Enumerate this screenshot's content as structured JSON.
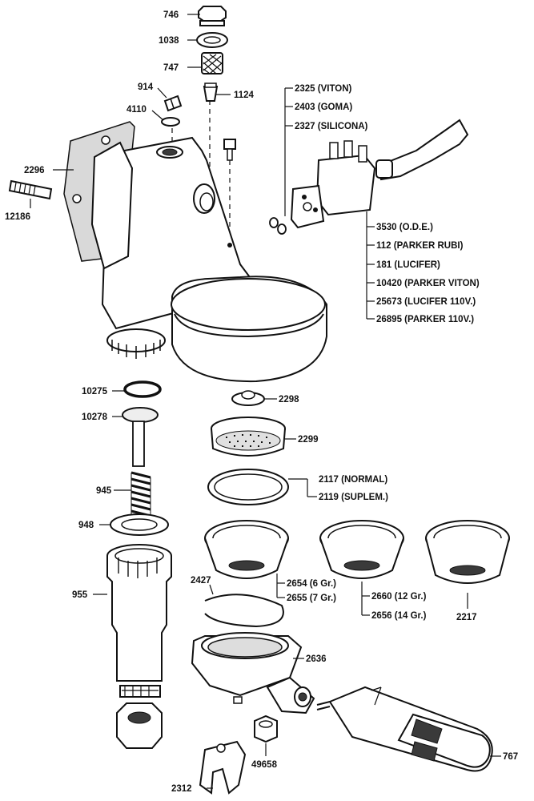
{
  "parts": {
    "p746": "746",
    "p1038": "1038",
    "p747": "747",
    "p914": "914",
    "p1124": "1124",
    "p4110": "4110",
    "p2296": "2296",
    "p12186": "12186",
    "p2325": "2325 (VITON)",
    "p2403": "2403 (GOMA)",
    "p2327": "2327 (SILICONA)",
    "p3530": "3530 (O.D.E.)",
    "p112": "112 (PARKER RUBI)",
    "p181": "181 (LUCIFER)",
    "p10420": "10420 (PARKER VITON)",
    "p25673": "25673 (LUCIFER 110V.)",
    "p26895": "26895 (PARKER 110V.)",
    "p10275": "10275",
    "p10278": "10278",
    "p2298": "2298",
    "p2299": "2299",
    "p2117": "2117 (NORMAL)",
    "p2119": "2119 (SUPLEM.)",
    "p945": "945",
    "p948": "948",
    "p955": "955",
    "p2427": "2427",
    "p2654": "2654 (6 Gr.)",
    "p2655": "2655 (7 Gr.)",
    "p2660": "2660 (12 Gr.)",
    "p2656": "2656 (14 Gr.)",
    "p2217": "2217",
    "p2636": "2636",
    "p767": "767",
    "p49658": "49658",
    "p2312": "2312"
  }
}
